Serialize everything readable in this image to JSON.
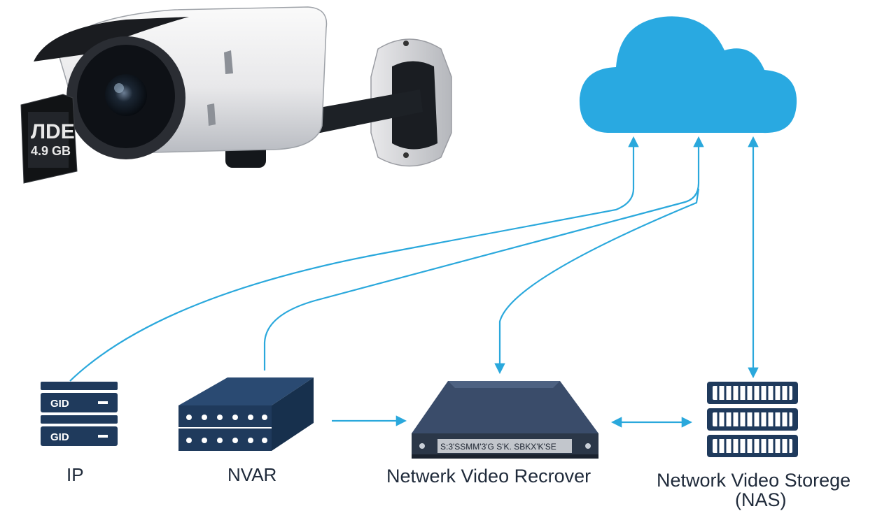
{
  "colors": {
    "connector": "#2aa8dc",
    "cloud": "#29a9e1",
    "navy": "#1f3a5c",
    "device_dark": "#2b3748"
  },
  "sd_card": {
    "label_top": "ЛDЕ",
    "label_bottom": "4.9 GB"
  },
  "recorder": {
    "front_panel_text": "S:3'SSMM'3'G S'K. SBKX'K'SE"
  },
  "ip_device": {
    "slot_labels": [
      "GID",
      "GID"
    ]
  },
  "labels": {
    "ip": "IP",
    "nvar": "NVAR",
    "recorder": "Netwerk Video Recrover",
    "storage": "Network Video Storege",
    "storage_sub": "(NAS)"
  },
  "icons": [
    "camera-icon",
    "sd-card-icon",
    "cloud-icon",
    "server-icon",
    "nvar-box-icon",
    "recorder-icon",
    "nas-icon"
  ]
}
